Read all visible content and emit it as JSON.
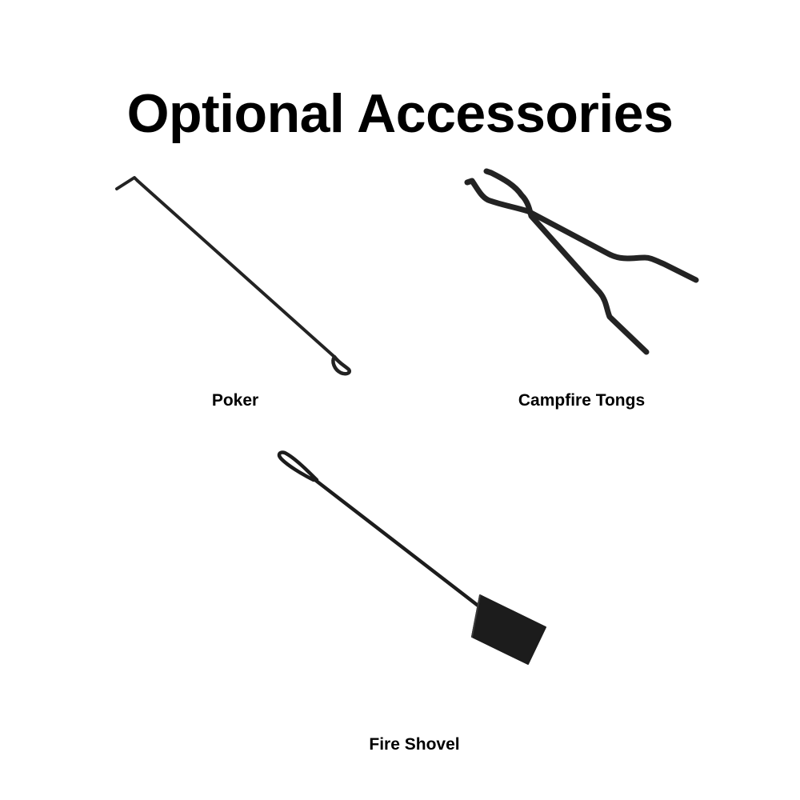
{
  "page": {
    "title": "Optional Accessories"
  },
  "colors": {
    "background": "#ffffff",
    "text": "#000000",
    "metal": "#232323"
  },
  "accessories": [
    {
      "label": "Poker",
      "icon": "poker-icon"
    },
    {
      "label": "Campfire Tongs",
      "icon": "tongs-icon"
    },
    {
      "label": "Fire Shovel",
      "icon": "shovel-icon"
    }
  ]
}
